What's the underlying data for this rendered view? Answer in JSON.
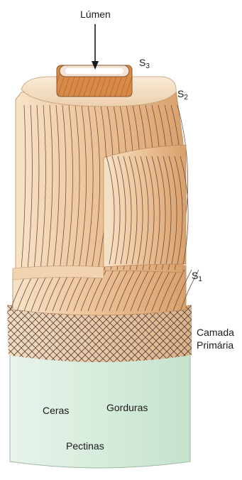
{
  "labels": {
    "lumen": "Lúmen",
    "s3_letter": "S",
    "s3_index": "3",
    "s2_letter": "S",
    "s2_index": "2",
    "s1_letter": "S",
    "s1_index": "1",
    "primary_line1": "Camada",
    "primary_line2": "Primária",
    "waxes": "Ceras",
    "fats": "Gorduras",
    "pectins": "Pectinas"
  },
  "colors": {
    "s_layer_light": "#f4d9b8",
    "s_layer_mid": "#e8b482",
    "s_layer_dark": "#c98a52",
    "s3_fill": "#d98a46",
    "primary_wall": "#e9c7a4",
    "primary_mesh": "#3a2a22",
    "base": "#dbeee0",
    "fiber_lines": "#6b4a34",
    "arrow": "#1a1a1a"
  }
}
